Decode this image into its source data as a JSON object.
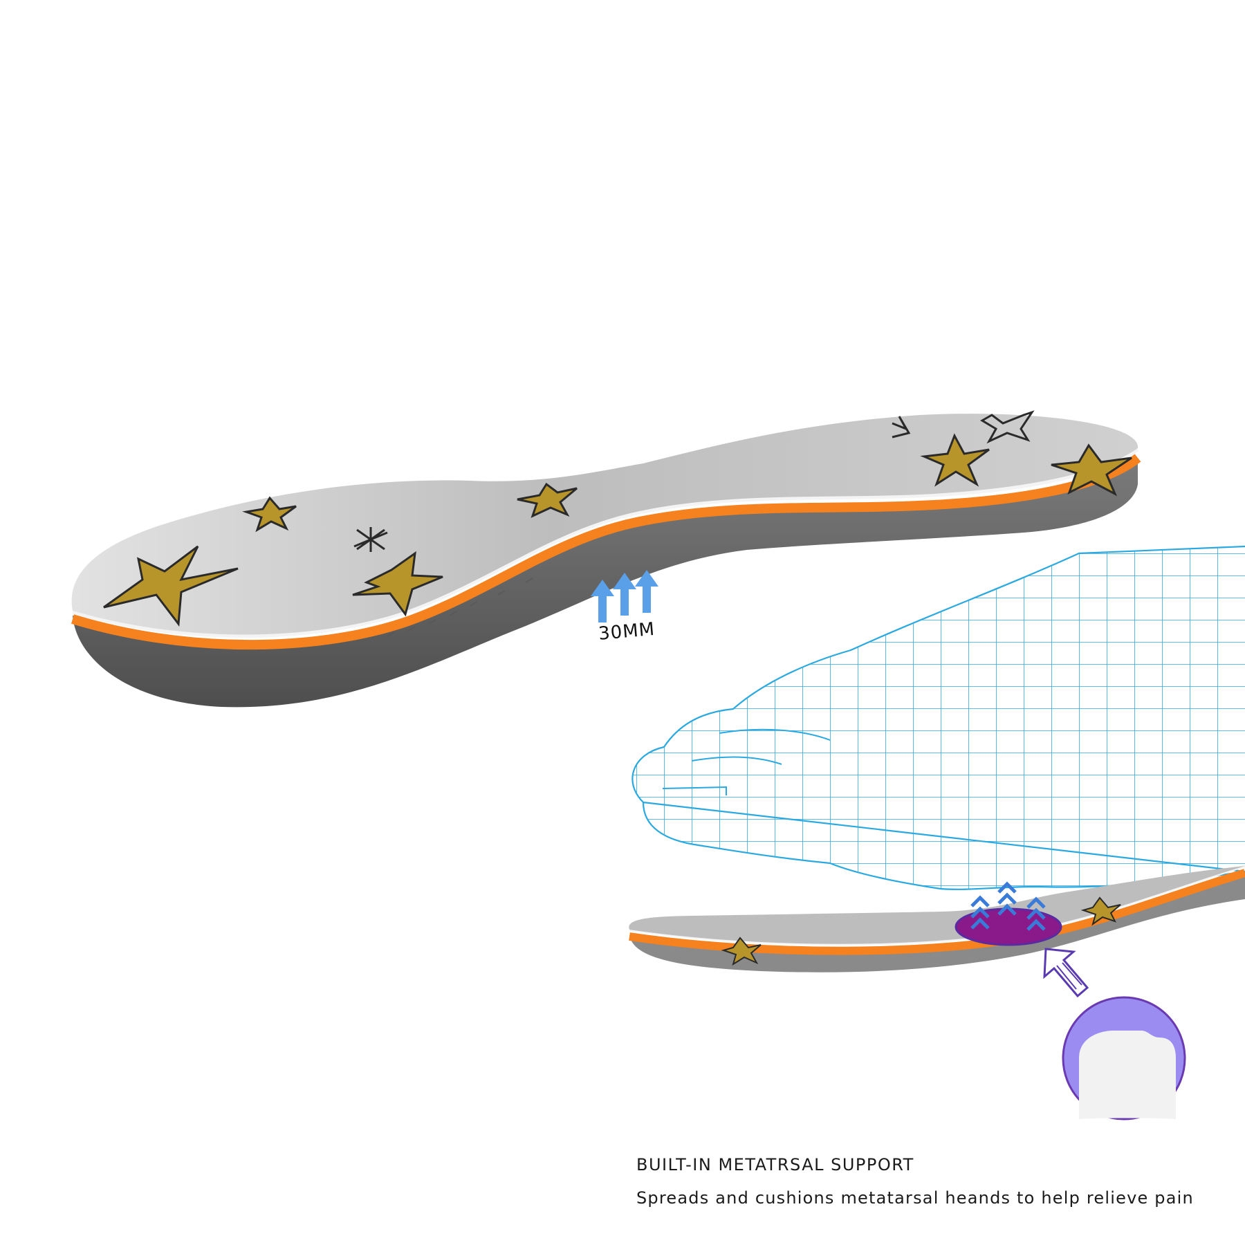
{
  "arch_height_label": "30MM",
  "feature": {
    "title": "BUILT-IN METATRSAL SUPPORT",
    "description": "Spreads and cushions metatarsal heands to help relieve pain"
  },
  "colors": {
    "top_cover": "#c8c8c8",
    "orange_layer": "#f5821f",
    "base_foam": "#6a6a6a",
    "star": "#b8952a",
    "arrow_blue": "#5aa0e8",
    "wireframe": "#2aa8e0",
    "pad_purple": "#8a1a8a",
    "detail_circle": "#9a8cf0"
  },
  "icons": [
    "up-arrow-icon",
    "star-icon",
    "pointer-arrow-icon",
    "metatarsal-pad-icon"
  ]
}
